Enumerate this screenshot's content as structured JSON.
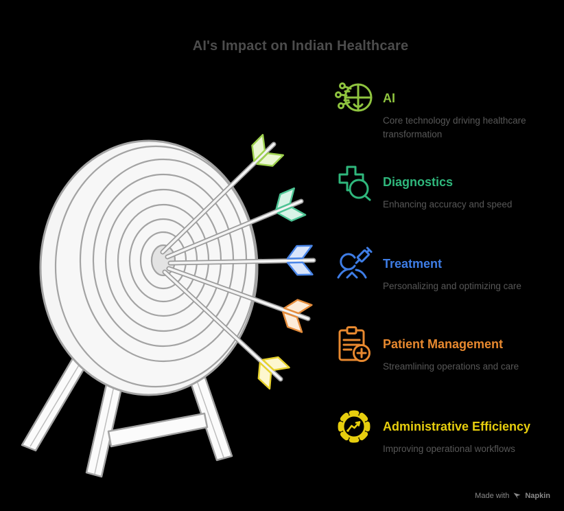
{
  "title": "AI's Impact on Indian Healthcare",
  "items": [
    {
      "label": "AI",
      "description": "Core technology driving healthcare transformation",
      "color": "#8fc43f",
      "icon": "ai-brain-circuit-icon"
    },
    {
      "label": "Diagnostics",
      "description": "Enhancing accuracy and speed",
      "color": "#2fb77c",
      "icon": "medical-cross-magnifier-icon"
    },
    {
      "label": "Treatment",
      "description": "Personalizing and optimizing care",
      "color": "#3e7de6",
      "icon": "patient-syringe-icon"
    },
    {
      "label": "Patient Management",
      "description": "Streamlining operations and care",
      "color": "#e8892f",
      "icon": "clipboard-plus-icon"
    },
    {
      "label": "Administrative Efficiency",
      "description": "Improving operational workflows",
      "color": "#e7ce0e",
      "icon": "gear-trendline-icon"
    }
  ],
  "watermark": {
    "made_with": "Made with",
    "brand": "Napkin"
  },
  "illustration": {
    "name": "archery-target-on-easel-with-five-arrows",
    "board_fill": "#f5f5f5",
    "ring_stroke": "#a3a3a3",
    "bull_fill": "#e3e3e3",
    "shaft_fill": "#f4f4f4",
    "shaft_stroke": "#9b9b9b",
    "arrows": [
      {
        "name": "lime-arrow",
        "fill": "#ebf7d3",
        "stroke": "#9ed14e"
      },
      {
        "name": "mint-arrow",
        "fill": "#d8f4e7",
        "stroke": "#4ec595"
      },
      {
        "name": "blue-arrow",
        "fill": "#d9e5fb",
        "stroke": "#4a86e8"
      },
      {
        "name": "orange-arrow",
        "fill": "#fcecd9",
        "stroke": "#e58d3c"
      },
      {
        "name": "yellow-arrow",
        "fill": "#fdf7cf",
        "stroke": "#e7d22e"
      }
    ]
  },
  "theme": {
    "background": "#000000",
    "title_color": "#4c4c4c",
    "description_color": "#585858",
    "watermark_color": "#8a8a8a"
  }
}
